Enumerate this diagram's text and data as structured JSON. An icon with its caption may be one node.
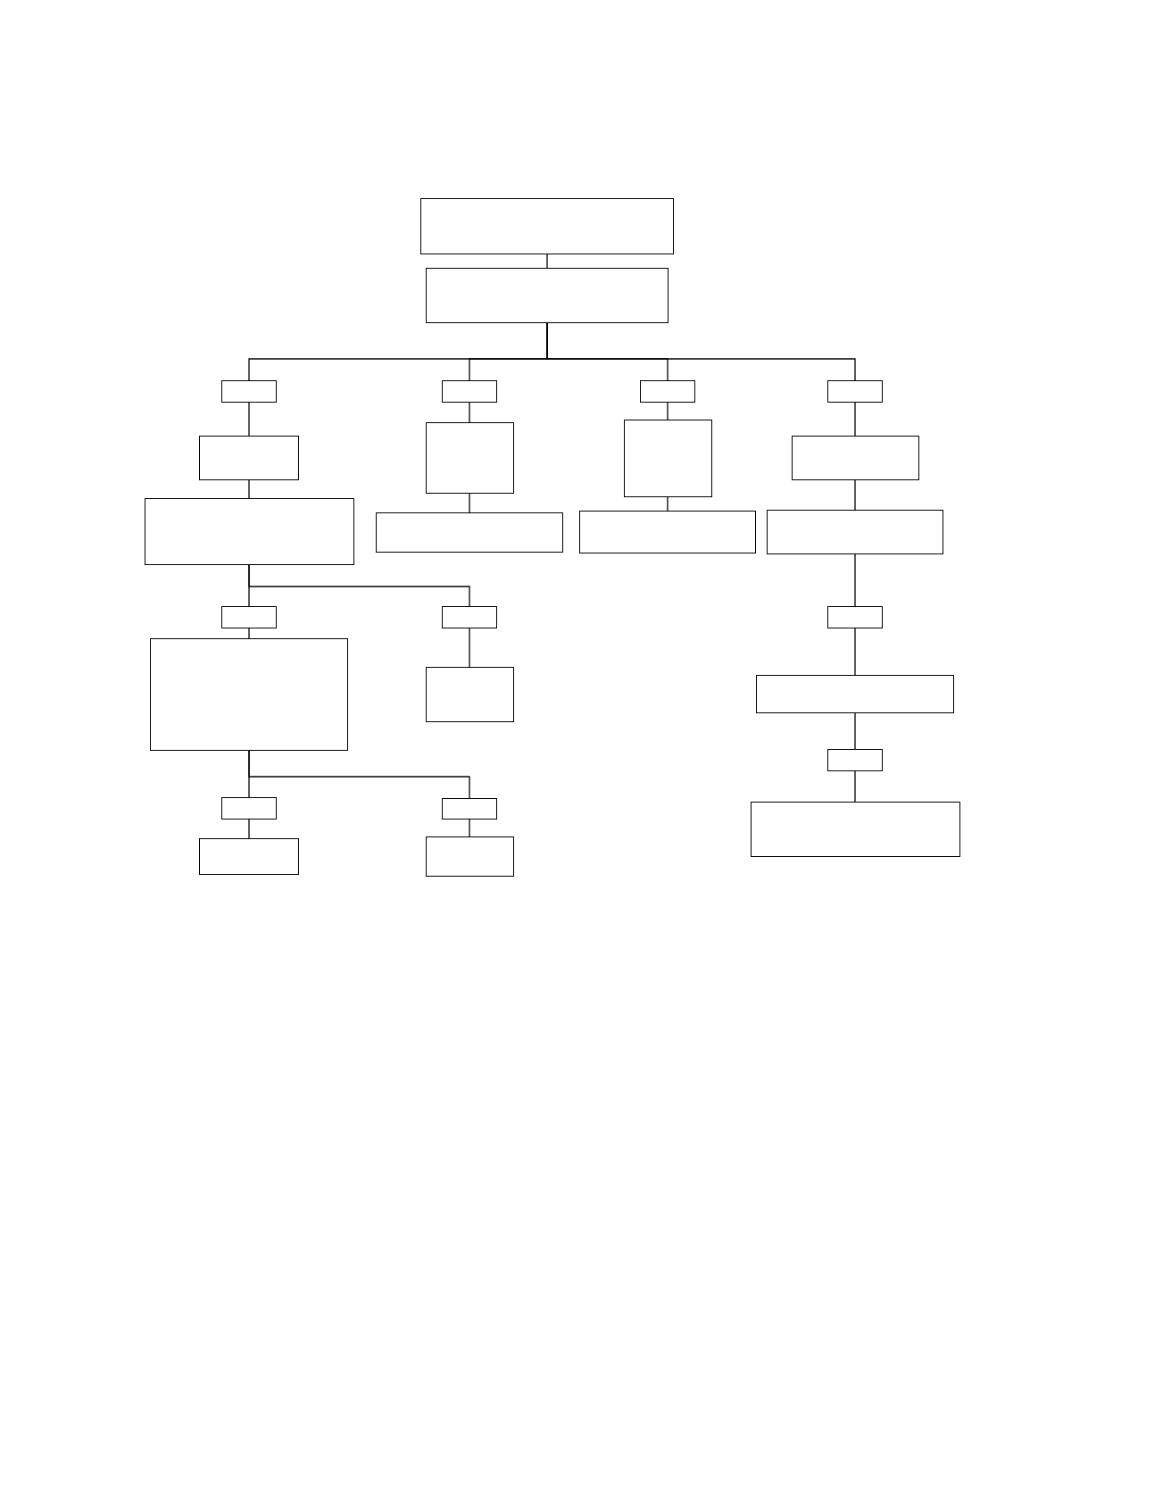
{
  "diagram": {
    "nodes": [
      {
        "text": [],
        "shape": "box"
      },
      {
        "text": [],
        "shape": "box"
      },
      {
        "text": [],
        "shape": "box"
      },
      {
        "text": [],
        "shape": "box"
      },
      {
        "text": [],
        "shape": "box"
      },
      {
        "text": [],
        "shape": "box"
      },
      {
        "text": [],
        "shape": "box"
      },
      {
        "text": [],
        "shape": "box"
      },
      {
        "text": [],
        "shape": "box"
      },
      {
        "text": [],
        "shape": "box"
      },
      {
        "text": [],
        "shape": "box"
      },
      {
        "text": [],
        "shape": "box"
      },
      {
        "text": [],
        "shape": "box"
      },
      {
        "text": [],
        "shape": "box"
      },
      {
        "text": [],
        "shape": "box"
      },
      {
        "text": [],
        "shape": "box"
      },
      {
        "text": [],
        "shape": "box"
      },
      {
        "text": [],
        "shape": "box"
      },
      {
        "text": [],
        "shape": "box"
      },
      {
        "text": [],
        "shape": "box"
      },
      {
        "text": [],
        "shape": "box"
      },
      {
        "text": [],
        "shape": "box"
      },
      {
        "text": [],
        "shape": "box"
      },
      {
        "text": [],
        "shape": "box"
      },
      {
        "text": [],
        "shape": "box"
      },
      {
        "text": [],
        "shape": "box"
      }
    ],
    "edges": [
      {
        "from": 0,
        "to": 1,
        "arrow": "none"
      },
      {
        "from": 1,
        "to": 2,
        "arrow": "none"
      },
      {
        "from": 1,
        "to": 3,
        "arrow": "none"
      },
      {
        "from": 1,
        "to": 4,
        "arrow": "none"
      },
      {
        "from": 1,
        "to": 5,
        "arrow": "none"
      },
      {
        "from": 2,
        "to": 6,
        "arrow": "none"
      },
      {
        "from": 3,
        "to": 7,
        "arrow": "none"
      },
      {
        "from": 4,
        "to": 8,
        "arrow": "none"
      },
      {
        "from": 5,
        "to": 9,
        "arrow": "none"
      },
      {
        "from": 6,
        "to": 10,
        "arrow": "none"
      },
      {
        "from": 7,
        "to": 11,
        "arrow": "none"
      },
      {
        "from": 8,
        "to": 12,
        "arrow": "none"
      },
      {
        "from": 9,
        "to": 13,
        "arrow": "none"
      },
      {
        "from": 10,
        "to": 14,
        "arrow": "none"
      },
      {
        "from": 10,
        "to": 15,
        "arrow": "none"
      },
      {
        "from": 13,
        "to": 16,
        "arrow": "none"
      },
      {
        "from": 14,
        "to": 17,
        "arrow": "none"
      },
      {
        "from": 15,
        "to": 18,
        "arrow": "none"
      },
      {
        "from": 16,
        "to": 19,
        "arrow": "none"
      },
      {
        "from": 19,
        "to": 20,
        "arrow": "none"
      },
      {
        "from": 17,
        "to": 21,
        "arrow": "none"
      },
      {
        "from": 17,
        "to": 22,
        "arrow": "none"
      },
      {
        "from": 20,
        "to": 23,
        "arrow": "none"
      },
      {
        "from": 21,
        "to": 24,
        "arrow": "none"
      },
      {
        "from": 22,
        "to": 25,
        "arrow": "none"
      }
    ]
  }
}
